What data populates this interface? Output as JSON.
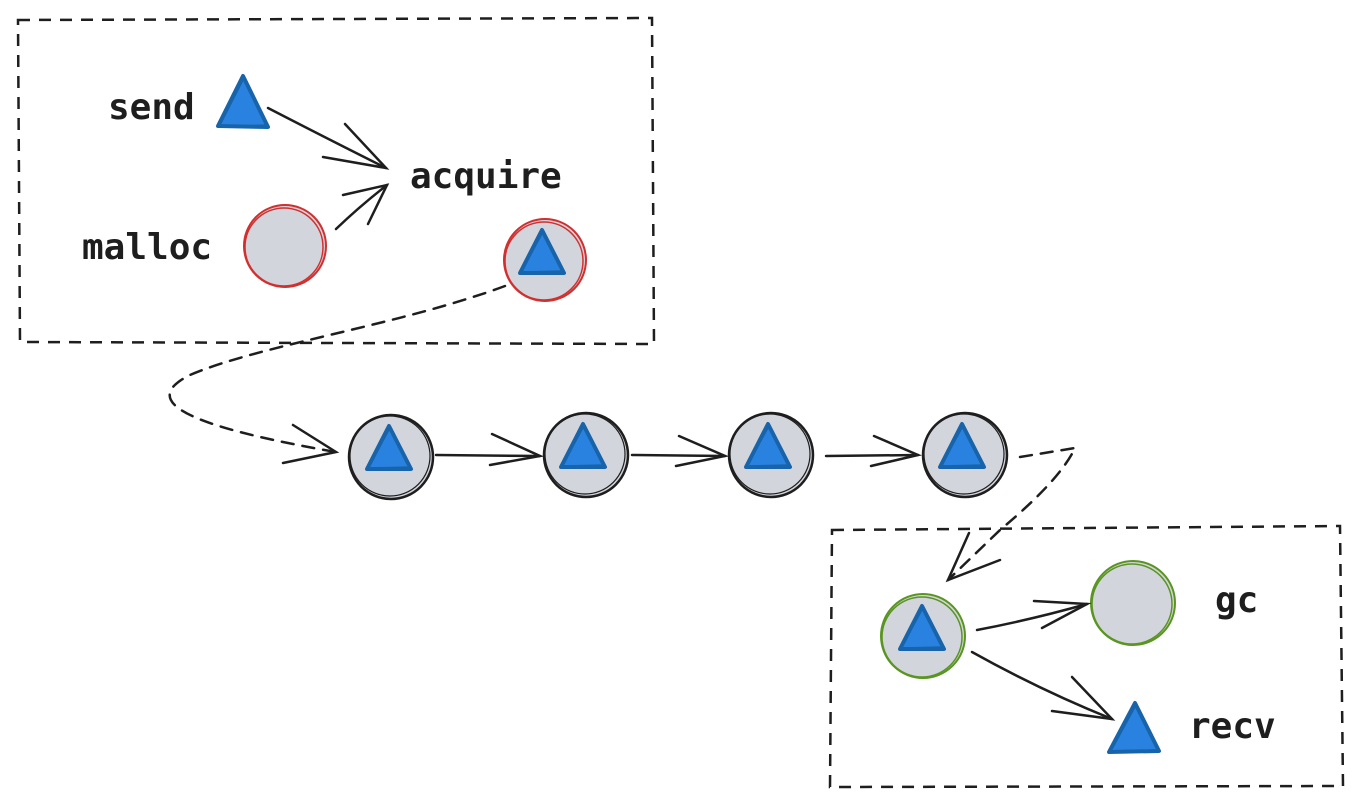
{
  "labels": {
    "send": "send",
    "acquire": "acquire",
    "malloc": "malloc",
    "gc": "gc",
    "recv": "recv"
  },
  "colors": {
    "stroke": "#1e1e1e",
    "node_fill": "#d2d5dc",
    "triangle_fill": "#2a82e0",
    "triangle_stroke": "#1864ab",
    "alloc_ring": "#d22f2f",
    "free_ring": "#5a9522"
  },
  "icons": {
    "object": "blue-triangle-icon",
    "memory_block": "gray-circle-icon"
  }
}
